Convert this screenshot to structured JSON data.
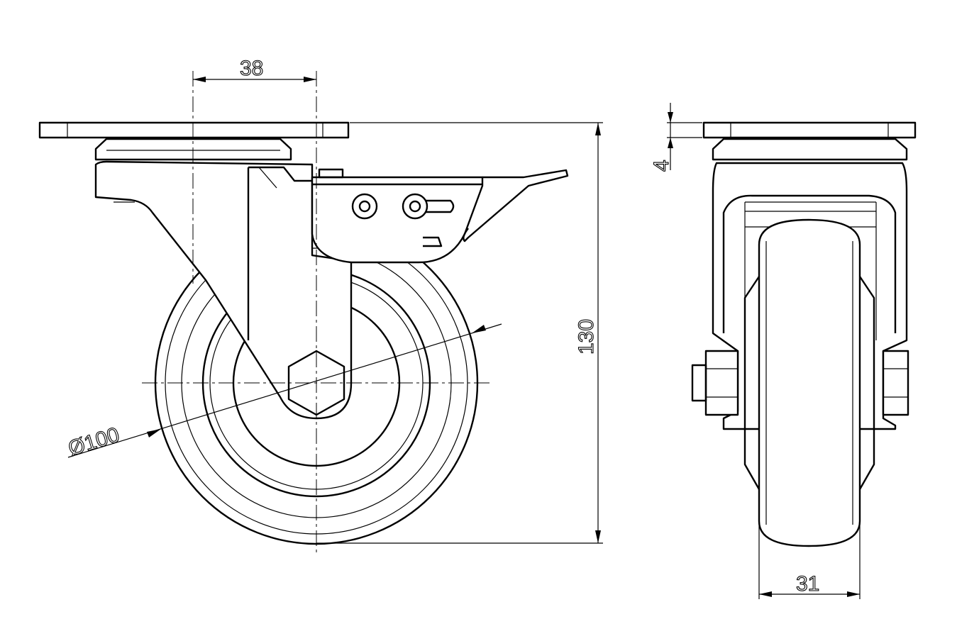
{
  "drawing": {
    "dimensions": {
      "mount_offset": "38",
      "total_height": "130",
      "plate_thickness": "4",
      "wheel_width": "31",
      "wheel_diameter": "Ø100"
    }
  }
}
